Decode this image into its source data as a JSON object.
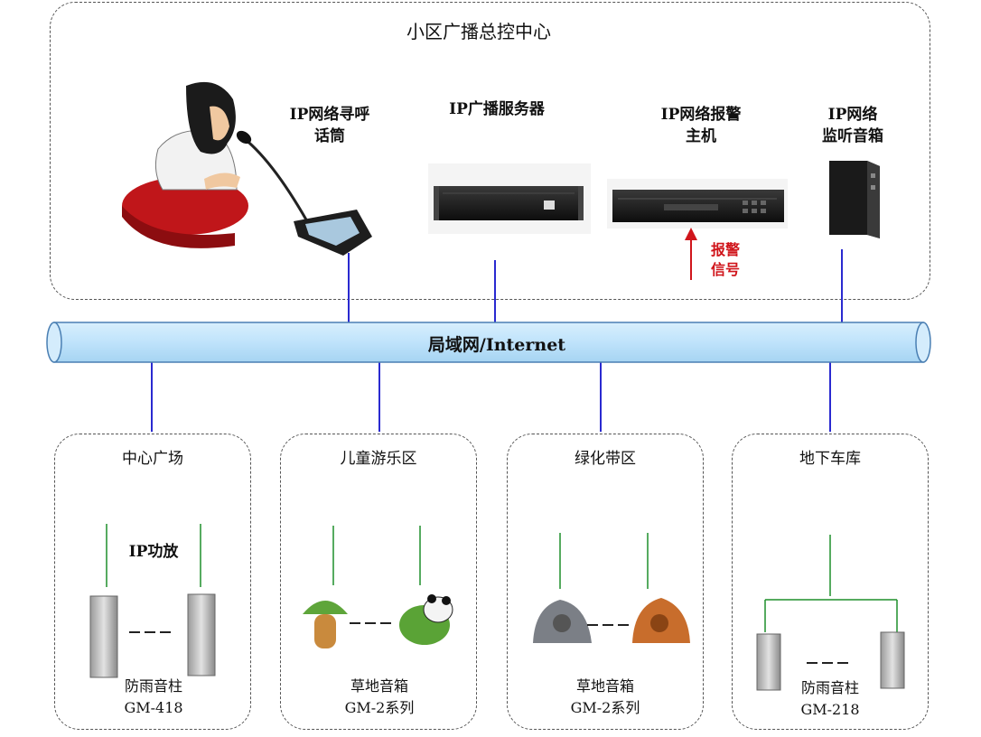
{
  "center": {
    "title": "小区广播总控中心",
    "devices": {
      "paging_mic": [
        "IP网络寻呼",
        "话筒"
      ],
      "server": [
        "IP广播服务器"
      ],
      "alarm_host": [
        "IP网络报警",
        "主机"
      ],
      "monitor_speaker": [
        "IP网络",
        "监听音箱"
      ]
    },
    "alarm_signal": [
      "报警",
      "信号"
    ]
  },
  "network": {
    "label": "局域网/Internet"
  },
  "zones": [
    {
      "title": "中心广场",
      "amp_label": "IP功放",
      "device": [
        "防雨音柱",
        "GM-418"
      ]
    },
    {
      "title": "儿童游乐区",
      "device": [
        "草地音箱",
        "GM-2系列"
      ]
    },
    {
      "title": "绿化带区",
      "device": [
        "草地音箱",
        "GM-2系列"
      ]
    },
    {
      "title": "地下车库",
      "device": [
        "防雨音柱",
        "GM-218"
      ]
    }
  ],
  "colors": {
    "network_fill": "#bfe3fb",
    "network_stroke": "#4a7fb3",
    "link_line": "#2a2ad0",
    "speaker_line": "#1e8f2a",
    "alarm_red": "#d0151b"
  }
}
